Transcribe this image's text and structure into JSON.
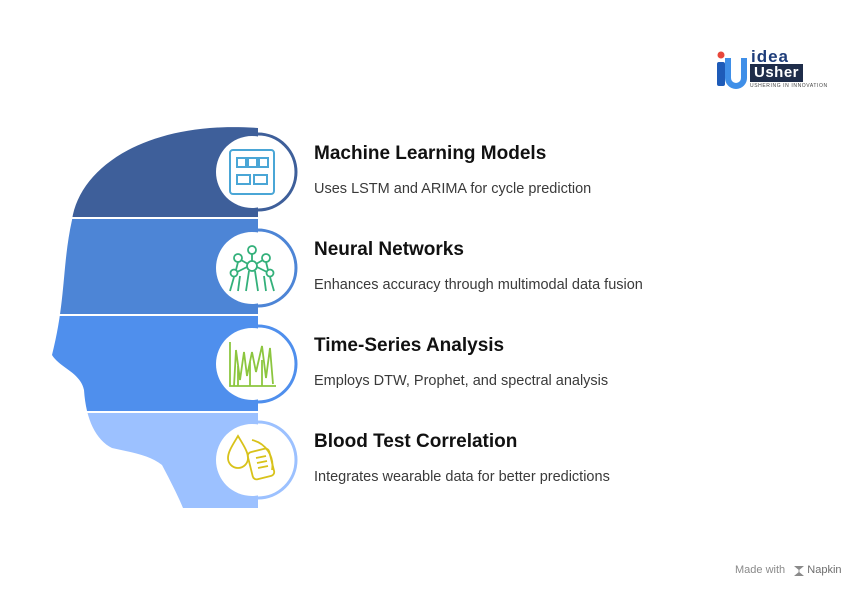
{
  "brand": {
    "logo_word_1": "idea",
    "logo_word_2": "Usher",
    "logo_tagline": "USHERING IN INNOVATION"
  },
  "items": [
    {
      "title": "Machine Learning Models",
      "description": "Uses LSTM and ARIMA for cycle prediction",
      "icon": "grid-table-icon",
      "band_color": "#3e5f9a",
      "icon_color": "#4aa6d6"
    },
    {
      "title": "Neural Networks",
      "description": "Enhances accuracy through multimodal data fusion",
      "icon": "network-nodes-icon",
      "band_color": "#4d85d6",
      "icon_color": "#33b07a"
    },
    {
      "title": "Time-Series Analysis",
      "description": "Employs DTW, Prophet, and spectral analysis",
      "icon": "line-chart-icon",
      "band_color": "#4f8fed",
      "icon_color": "#8cc63f"
    },
    {
      "title": "Blood Test Correlation",
      "description": "Integrates wearable data for better predictions",
      "icon": "blood-drop-wearable-icon",
      "band_color": "#9cc1ff",
      "icon_color": "#d8c21a"
    }
  ],
  "footer": {
    "made_with": "Made with",
    "napkin": "Napkin"
  }
}
